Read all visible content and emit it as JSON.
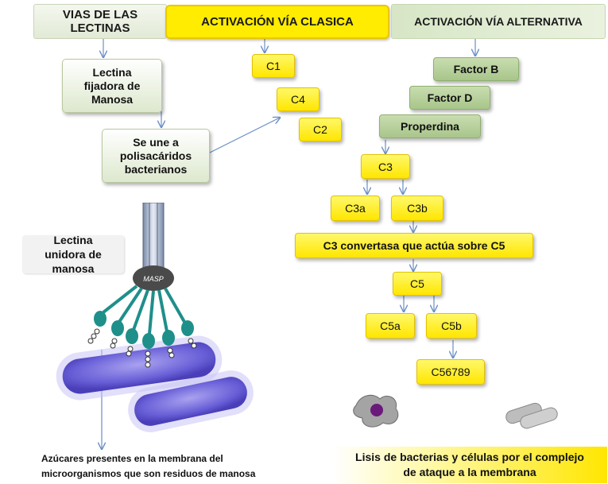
{
  "headers": {
    "lectinas": "VIAS DE LAS LECTINAS",
    "clasica": "ACTIVACIÓN VÍA CLASICA",
    "alternativa": "ACTIVACIÓN VÍA ALTERNATIVA"
  },
  "lectin_path": {
    "lectina_fijadora": "Lectina fijadora de Manosa",
    "se_une": "Se une a polisacáridos bacterianos"
  },
  "classic": {
    "c1": "C1",
    "c4": "C4",
    "c2": "C2"
  },
  "alternative": {
    "factor_b": "Factor B",
    "factor_d": "Factor D",
    "properdina": "Properdina",
    "c3": "C3",
    "c3a": "C3a",
    "c3b": "C3b",
    "convertasa": "C3 convertasa que actúa sobre C5",
    "c5": "C5",
    "c5a": "C5a",
    "c5b": "C5b",
    "c56789": "C56789"
  },
  "illustration": {
    "lectina_unidora": "Lectina unidora de manosa",
    "masp": "MASP",
    "azucares": "Azúcares presentes en la membrana del microorganismos que son residuos de manosa"
  },
  "lisis": "Lisis de bacterias y células por el complejo de ataque a la membrana",
  "colors": {
    "yellow": "#ffe600",
    "green": "#a8c58a",
    "arrow": "#6a8fc7"
  }
}
